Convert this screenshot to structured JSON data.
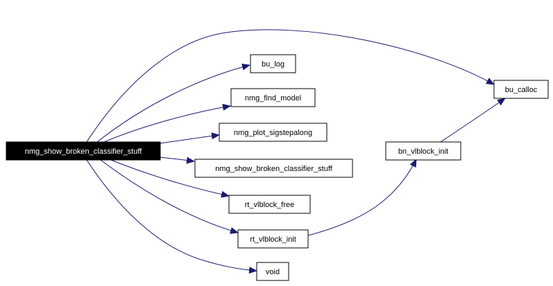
{
  "colors": {
    "edge": "#191970",
    "box_border": "#000000",
    "box_fill": "#ffffff",
    "root_fill": "#000000",
    "root_text": "#ffffff",
    "text": "#000000"
  },
  "nodes": {
    "root": "nmg_show_broken_classifier_stuff",
    "bu_log": "bu_log",
    "nmg_find_model": "nmg_find_model",
    "nmg_plot_sigstepalong": "nmg_plot_sigstepalong",
    "nmg_show_broken_classifier_stuff": "nmg_show_broken_classifier_stuff",
    "rt_vlblock_free": "rt_vlblock_free",
    "rt_vlblock_init": "rt_vlblock_init",
    "void": "void",
    "bn_vlblock_init": "bn_vlblock_init",
    "bu_calloc": "bu_calloc"
  }
}
